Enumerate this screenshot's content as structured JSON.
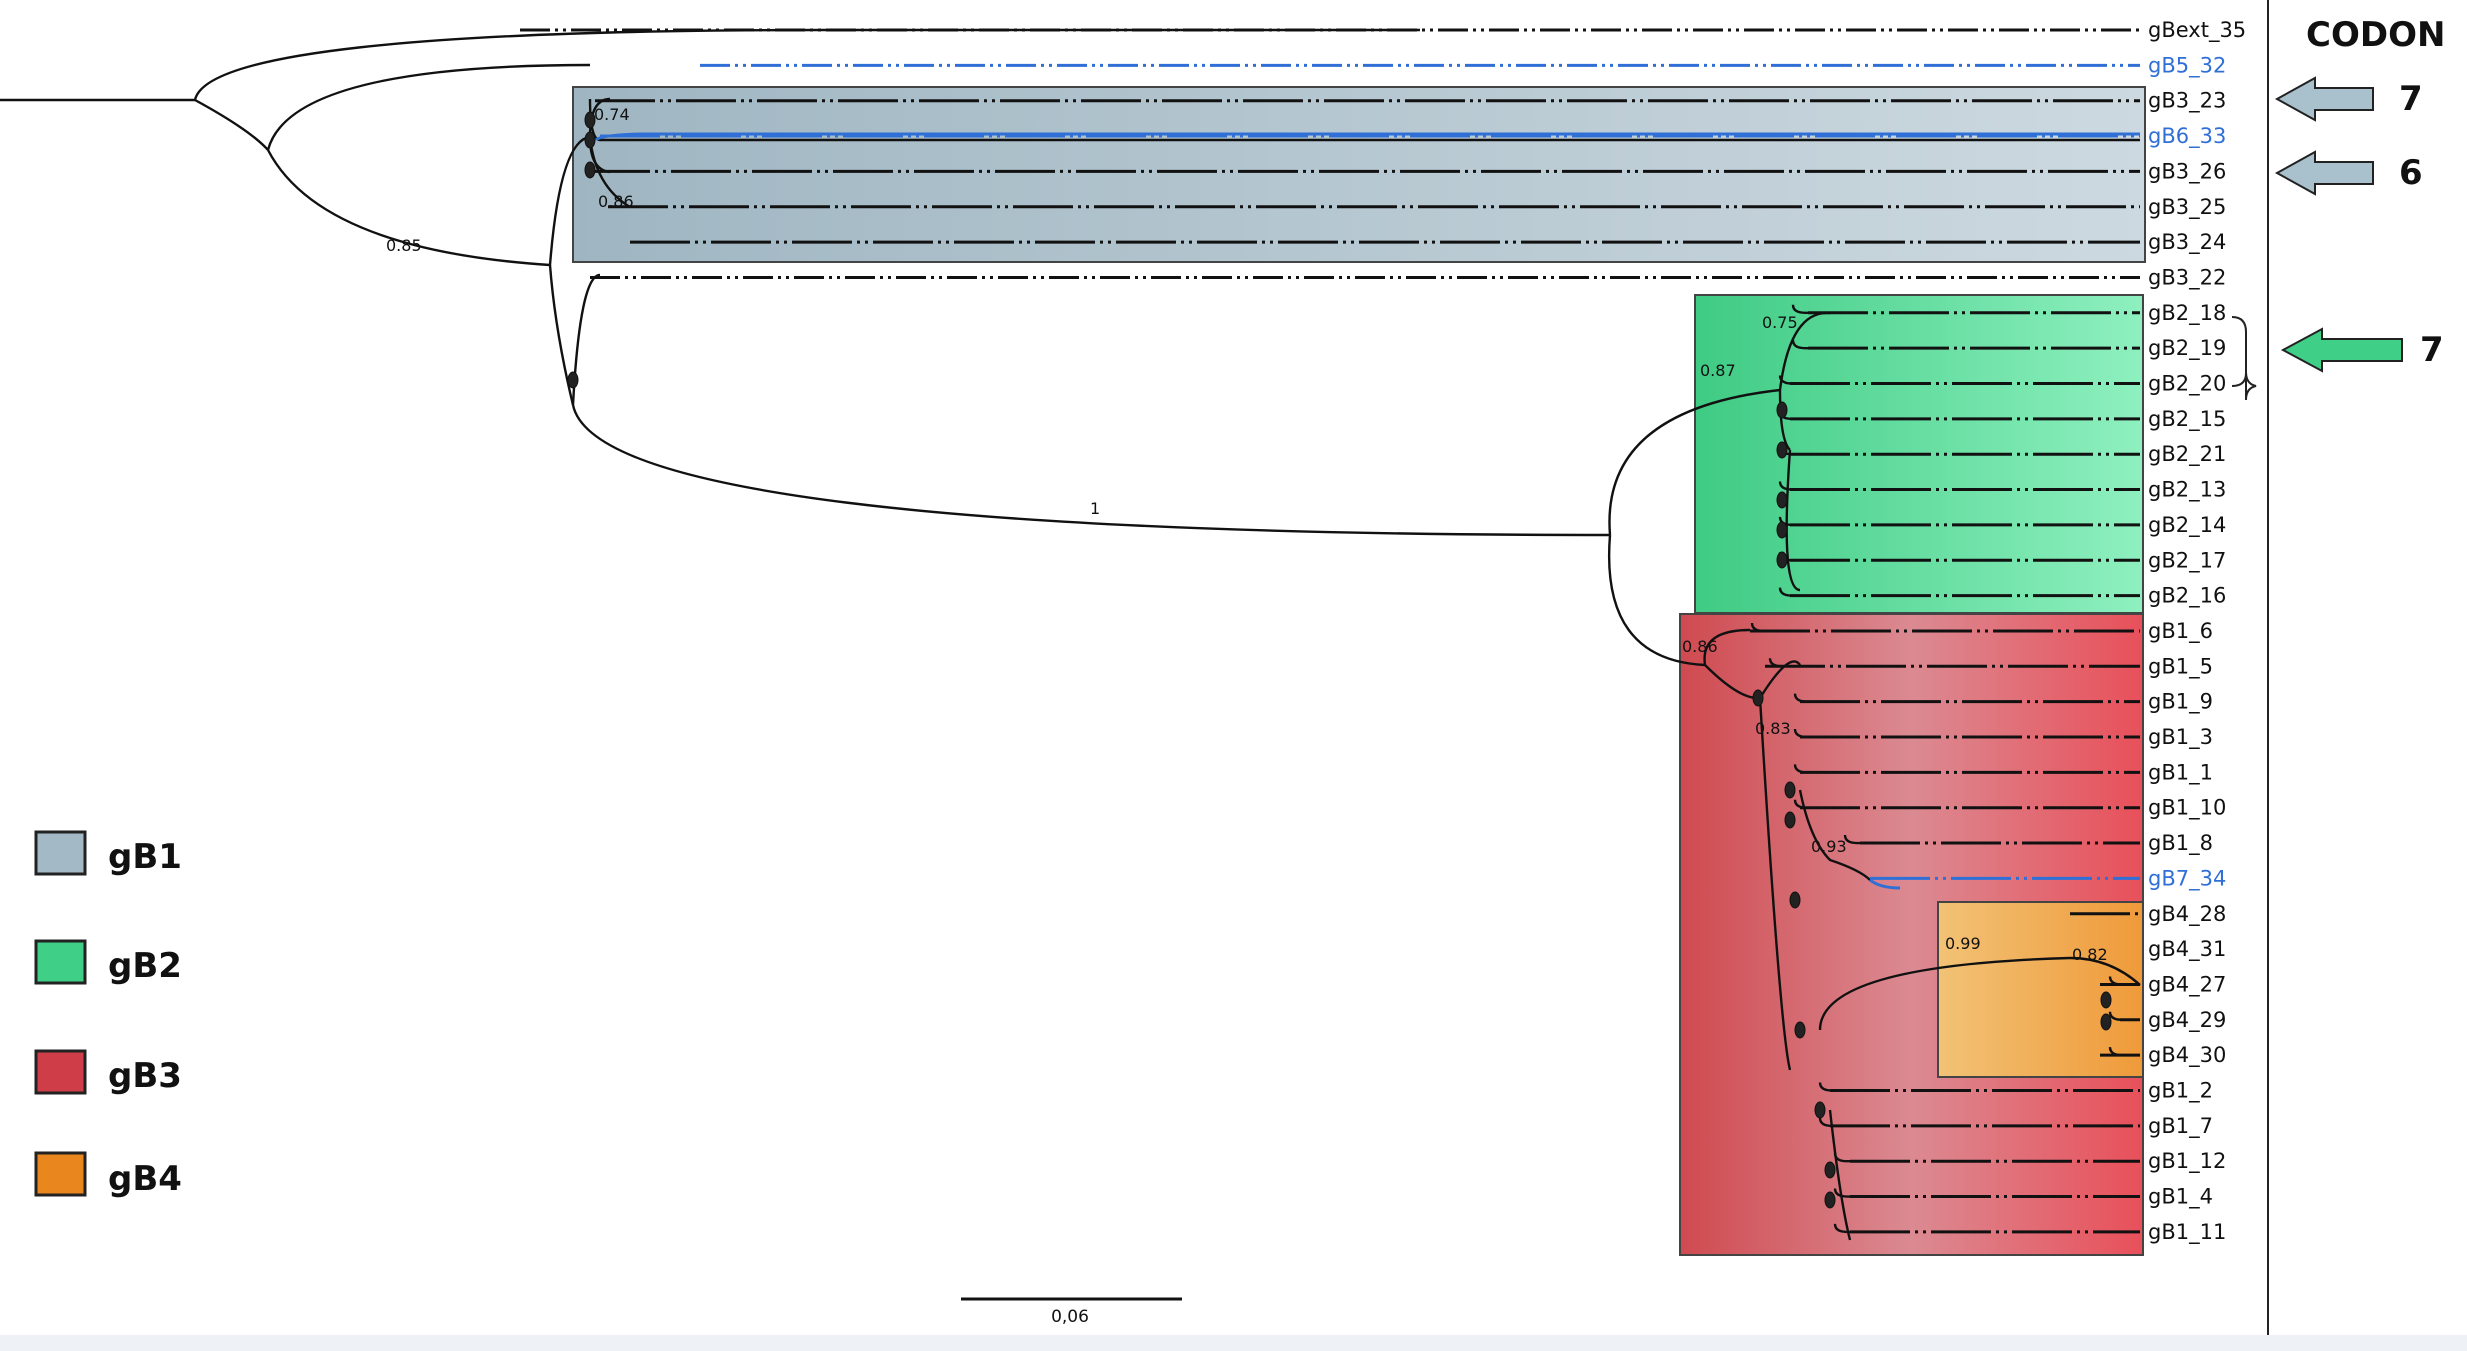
{
  "leaves": [
    {
      "id": "gBext_35",
      "label": "gBext_35",
      "color": "#111111"
    },
    {
      "id": "gB5_32",
      "label": "gB5_32",
      "color": "#2f6fd6"
    },
    {
      "id": "gB3_23",
      "label": "gB3_23",
      "color": "#111111"
    },
    {
      "id": "gB6_33",
      "label": "gB6_33",
      "color": "#2f6fd6"
    },
    {
      "id": "gB3_26",
      "label": "gB3_26",
      "color": "#111111"
    },
    {
      "id": "gB3_25",
      "label": "gB3_25",
      "color": "#111111"
    },
    {
      "id": "gB3_24",
      "label": "gB3_24",
      "color": "#111111"
    },
    {
      "id": "gB3_22",
      "label": "gB3_22",
      "color": "#111111"
    },
    {
      "id": "gB2_18",
      "label": "gB2_18",
      "color": "#111111"
    },
    {
      "id": "gB2_19",
      "label": "gB2_19",
      "color": "#111111"
    },
    {
      "id": "gB2_20",
      "label": "gB2_20",
      "color": "#111111"
    },
    {
      "id": "gB2_15",
      "label": "gB2_15",
      "color": "#111111"
    },
    {
      "id": "gB2_21",
      "label": "gB2_21",
      "color": "#111111"
    },
    {
      "id": "gB2_13",
      "label": "gB2_13",
      "color": "#111111"
    },
    {
      "id": "gB2_14",
      "label": "gB2_14",
      "color": "#111111"
    },
    {
      "id": "gB2_17",
      "label": "gB2_17",
      "color": "#111111"
    },
    {
      "id": "gB2_16",
      "label": "gB2_16",
      "color": "#111111"
    },
    {
      "id": "gB1_6",
      "label": "gB1_6",
      "color": "#111111"
    },
    {
      "id": "gB1_5",
      "label": "gB1_5",
      "color": "#111111"
    },
    {
      "id": "gB1_9",
      "label": "gB1_9",
      "color": "#111111"
    },
    {
      "id": "gB1_3",
      "label": "gB1_3",
      "color": "#111111"
    },
    {
      "id": "gB1_1",
      "label": "gB1_1",
      "color": "#111111"
    },
    {
      "id": "gB1_10",
      "label": "gB1_10",
      "color": "#111111"
    },
    {
      "id": "gB1_8",
      "label": "gB1_8",
      "color": "#111111"
    },
    {
      "id": "gB7_34",
      "label": "gB7_34",
      "color": "#2f6fd6"
    },
    {
      "id": "gB4_28",
      "label": "gB4_28",
      "color": "#111111"
    },
    {
      "id": "gB4_31",
      "label": "gB4_31",
      "color": "#111111"
    },
    {
      "id": "gB4_27",
      "label": "gB4_27",
      "color": "#111111"
    },
    {
      "id": "gB4_29",
      "label": "gB4_29",
      "color": "#111111"
    },
    {
      "id": "gB4_30",
      "label": "gB4_30",
      "color": "#111111"
    },
    {
      "id": "gB1_2",
      "label": "gB1_2",
      "color": "#111111"
    },
    {
      "id": "gB1_7",
      "label": "gB1_7",
      "color": "#111111"
    },
    {
      "id": "gB1_12",
      "label": "gB1_12",
      "color": "#111111"
    },
    {
      "id": "gB1_4",
      "label": "gB1_4",
      "color": "#111111"
    },
    {
      "id": "gB1_11",
      "label": "gB1_11",
      "color": "#111111"
    }
  ],
  "support_values": [
    "0.74",
    "0.86",
    "0.85",
    "0.75",
    "0.87",
    "1",
    "0.86",
    "0.83",
    "0.93",
    "0.99",
    "0.82"
  ],
  "codon": {
    "title": "CODON",
    "markers": [
      {
        "value": "7",
        "target": "gB3_23",
        "color": "#a9c1cc"
      },
      {
        "value": "6",
        "target": "gB3_26",
        "color": "#a9c1cc"
      },
      {
        "value": "7",
        "target": "gB2_18-gB2_19",
        "color": "#3fcf86"
      }
    ]
  },
  "legend": [
    {
      "label": "gB1",
      "color": "#a3bac6"
    },
    {
      "label": "gB2",
      "color": "#3fcf86"
    },
    {
      "label": "gB3",
      "color": "#cf3e48"
    },
    {
      "label": "gB4",
      "color": "#e9861e"
    }
  ],
  "clades": {
    "gB1": {
      "color": "#a3bac6",
      "label": "gB1"
    },
    "gB2": {
      "color": "#3fcf86",
      "label": "gB2"
    },
    "gB3": {
      "color": "#cf3e48",
      "label": "gB3"
    },
    "gB4": {
      "color": "#e9861e",
      "label": "gB4"
    }
  },
  "scale_bar": {
    "label": "0,06"
  }
}
